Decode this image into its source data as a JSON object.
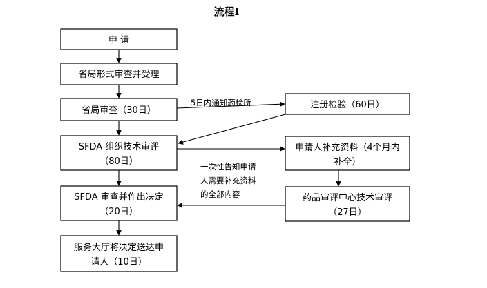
{
  "title": "流程Ⅰ",
  "boxes": {
    "apply": "申  请",
    "provincial_review_accept": "省局形式审查并受理",
    "provincial_review": "省局审查（30日）",
    "registration_test": "注册检验（60日）",
    "sfda_tech_review_line1": "SFDA 组织技术审评",
    "sfda_tech_review_line2": "（80日）",
    "supplement_line1": "申请人补充资料（4个月内",
    "supplement_line2": "补全）",
    "cde_review_line1": "药品审评中心技术审评",
    "cde_review_line2": "（27日）",
    "sfda_decision_line1": "SFDA 审查并作出决定",
    "sfda_decision_line2": "（20日）",
    "service_hall_line1": "服务大厅将决定送达申",
    "service_hall_line2": "请人（10日）"
  },
  "notes": {
    "notify_inspection": "5日内通知药检所",
    "one_time_notice_line1": "一次性告知申请",
    "one_time_notice_line2": "人需要补充资料",
    "one_time_notice_line3": "的全部内容"
  }
}
